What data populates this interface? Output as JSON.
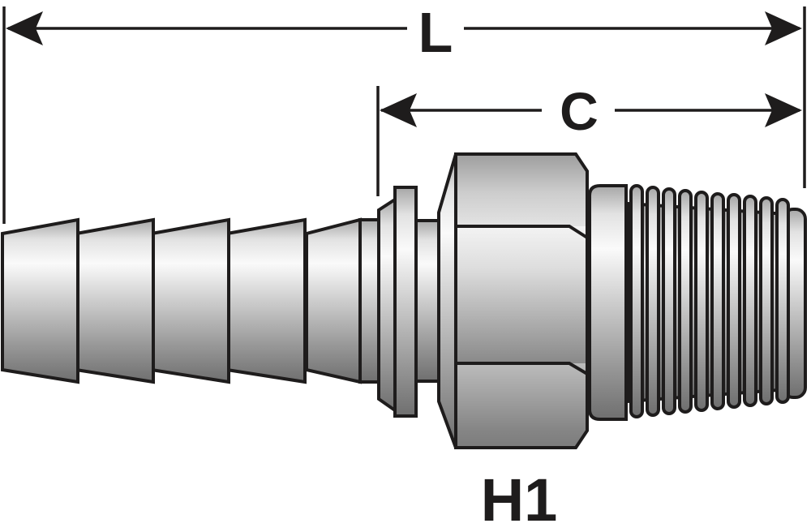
{
  "labels": {
    "overall_length": "L",
    "cutoff_length": "C",
    "hex_size": "H1"
  },
  "colors": {
    "background": "#ffffff",
    "line": "#1e1c1c",
    "metal_highlight": "#fafafa",
    "metal_midtone": "#cdcdcd",
    "metal_shadow": "#6f6f6f"
  }
}
